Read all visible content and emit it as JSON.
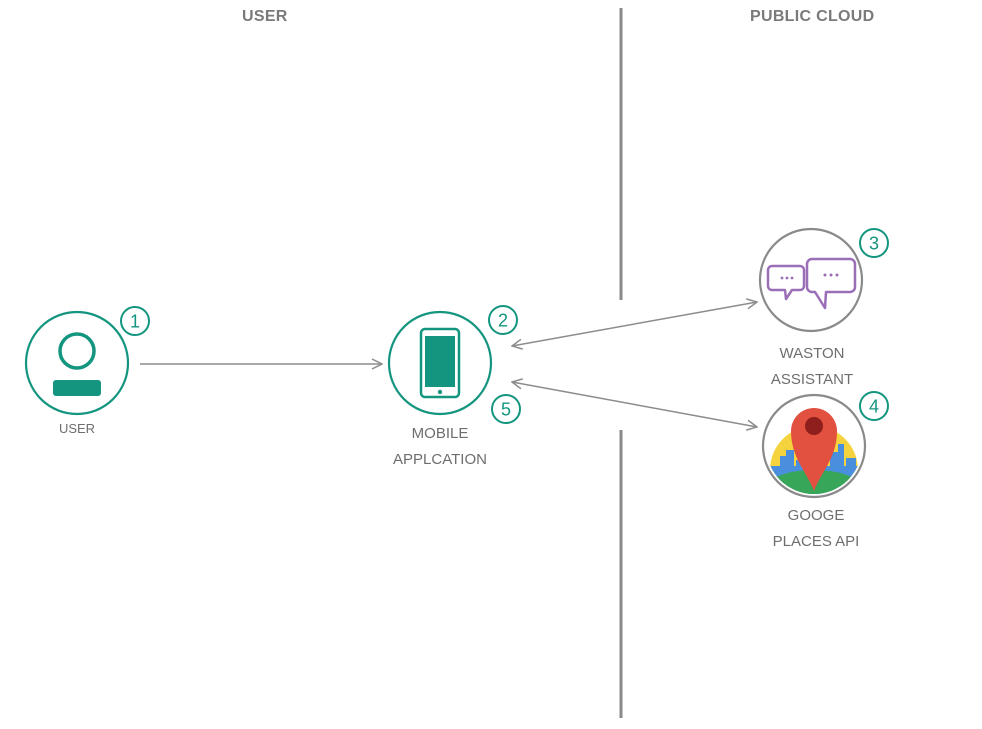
{
  "zones": {
    "user_header": "USER",
    "cloud_header": "PUBLIC CLOUD"
  },
  "nodes": {
    "user": {
      "label": "USER",
      "step": "1",
      "icon": "user-icon"
    },
    "mobile": {
      "label_line1": "MOBILE",
      "label_line2": "APPLCATION",
      "step_top": "2",
      "step_bottom": "5",
      "icon": "smartphone-icon"
    },
    "watson": {
      "label_line1": "WASTON",
      "label_line2": "ASSISTANT",
      "step": "3",
      "icon": "chat-bubbles-icon"
    },
    "places": {
      "label_line1": "GOOGE",
      "label_line2": "PLACES API",
      "step": "4",
      "icon": "map-pin-icon"
    }
  },
  "edges": [
    {
      "from": "user",
      "to": "mobile",
      "direction": "one-way"
    },
    {
      "from": "mobile",
      "to": "watson",
      "direction": "two-way"
    },
    {
      "from": "mobile",
      "to": "places",
      "direction": "two-way"
    }
  ],
  "colors": {
    "accent_green": "#14957f",
    "watson_purple": "#9b6fb8",
    "divider_gray": "#8a8a8a",
    "arrow_gray": "#8c8c8c",
    "label_gray": "#6e6e6e",
    "pin_red": "#e2503f",
    "sky_yellow": "#f5d33f",
    "city_blue": "#4a8fdd",
    "ground_green": "#38a659"
  }
}
